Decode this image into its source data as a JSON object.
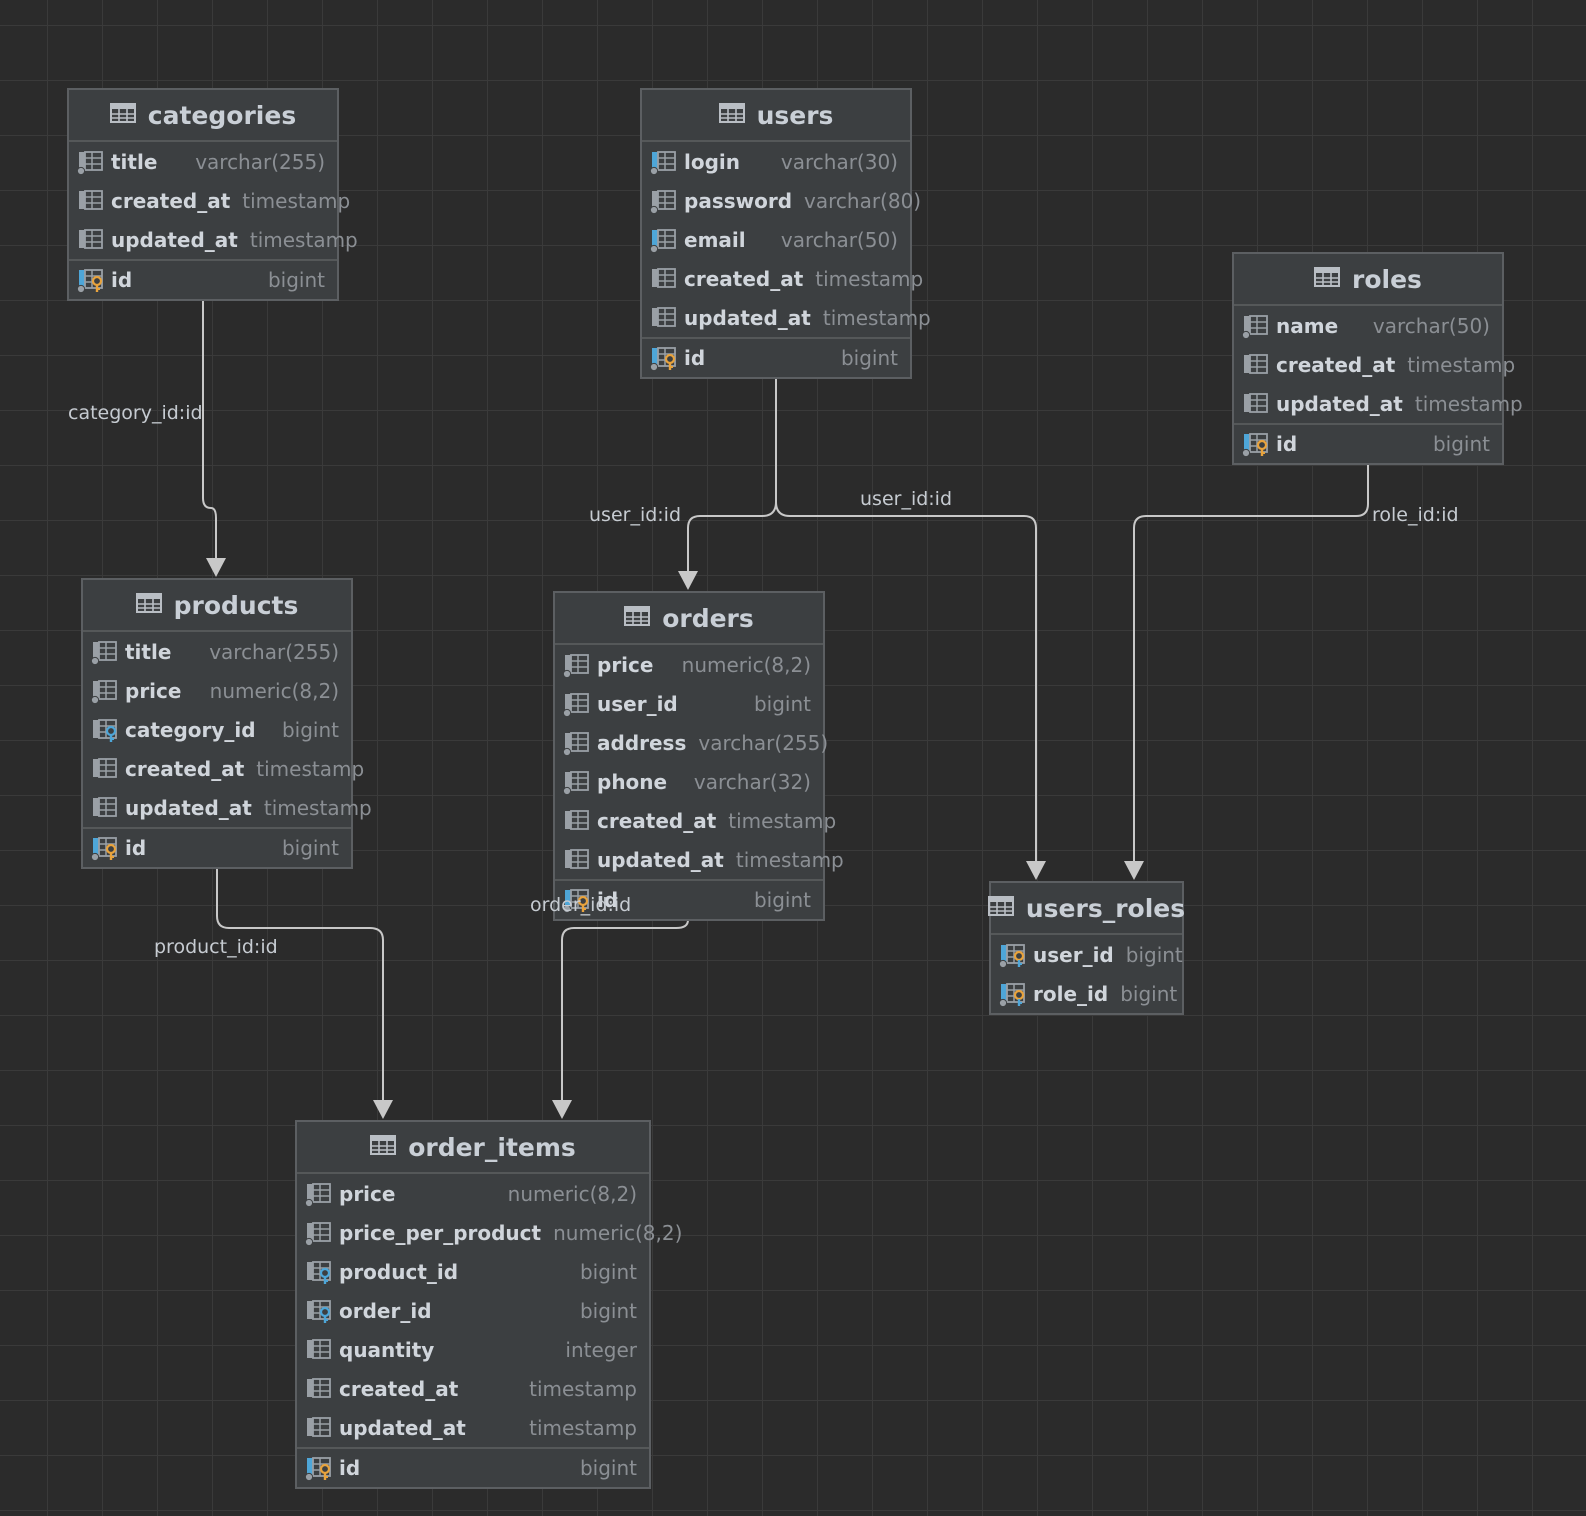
{
  "tables": [
    {
      "id": "categories",
      "name": "categories",
      "columns": [
        {
          "name": "title",
          "type": "varchar(255)",
          "icon": "column-notnull-icon"
        },
        {
          "name": "created_at",
          "type": "timestamp",
          "icon": "column-icon"
        },
        {
          "name": "updated_at",
          "type": "timestamp",
          "icon": "column-icon"
        }
      ],
      "pk": {
        "name": "id",
        "type": "bigint",
        "icon": "primary-key-icon"
      }
    },
    {
      "id": "users",
      "name": "users",
      "columns": [
        {
          "name": "login",
          "type": "varchar(30)",
          "icon": "column-unique-icon"
        },
        {
          "name": "password",
          "type": "varchar(80)",
          "icon": "column-notnull-icon"
        },
        {
          "name": "email",
          "type": "varchar(50)",
          "icon": "column-unique-icon"
        },
        {
          "name": "created_at",
          "type": "timestamp",
          "icon": "column-icon"
        },
        {
          "name": "updated_at",
          "type": "timestamp",
          "icon": "column-icon"
        }
      ],
      "pk": {
        "name": "id",
        "type": "bigint",
        "icon": "primary-key-icon"
      }
    },
    {
      "id": "roles",
      "name": "roles",
      "columns": [
        {
          "name": "name",
          "type": "varchar(50)",
          "icon": "column-notnull-icon"
        },
        {
          "name": "created_at",
          "type": "timestamp",
          "icon": "column-icon"
        },
        {
          "name": "updated_at",
          "type": "timestamp",
          "icon": "column-icon"
        }
      ],
      "pk": {
        "name": "id",
        "type": "bigint",
        "icon": "primary-key-icon"
      }
    },
    {
      "id": "products",
      "name": "products",
      "columns": [
        {
          "name": "title",
          "type": "varchar(255)",
          "icon": "column-notnull-icon"
        },
        {
          "name": "price",
          "type": "numeric(8,2)",
          "icon": "column-notnull-icon"
        },
        {
          "name": "category_id",
          "type": "bigint",
          "icon": "foreign-key-icon"
        },
        {
          "name": "created_at",
          "type": "timestamp",
          "icon": "column-icon"
        },
        {
          "name": "updated_at",
          "type": "timestamp",
          "icon": "column-icon"
        }
      ],
      "pk": {
        "name": "id",
        "type": "bigint",
        "icon": "primary-key-icon"
      }
    },
    {
      "id": "orders",
      "name": "orders",
      "columns": [
        {
          "name": "price",
          "type": "numeric(8,2)",
          "icon": "column-notnull-icon"
        },
        {
          "name": "user_id",
          "type": "bigint",
          "icon": "column-notnull-icon"
        },
        {
          "name": "address",
          "type": "varchar(255)",
          "icon": "column-notnull-icon"
        },
        {
          "name": "phone",
          "type": "varchar(32)",
          "icon": "column-notnull-icon"
        },
        {
          "name": "created_at",
          "type": "timestamp",
          "icon": "column-icon"
        },
        {
          "name": "updated_at",
          "type": "timestamp",
          "icon": "column-icon"
        }
      ],
      "pk": {
        "name": "id",
        "type": "bigint",
        "icon": "primary-key-icon"
      }
    },
    {
      "id": "users_roles",
      "name": "users_roles",
      "columns": [
        {
          "name": "user_id",
          "type": "bigint",
          "icon": "primary-foreign-key-icon"
        },
        {
          "name": "role_id",
          "type": "bigint",
          "icon": "primary-foreign-key-icon"
        }
      ],
      "pk": null
    },
    {
      "id": "order_items",
      "name": "order_items",
      "columns": [
        {
          "name": "price",
          "type": "numeric(8,2)",
          "icon": "column-notnull-icon"
        },
        {
          "name": "price_per_product",
          "type": "numeric(8,2)",
          "icon": "column-notnull-icon"
        },
        {
          "name": "product_id",
          "type": "bigint",
          "icon": "foreign-key-icon"
        },
        {
          "name": "order_id",
          "type": "bigint",
          "icon": "foreign-key-icon"
        },
        {
          "name": "quantity",
          "type": "integer",
          "icon": "column-icon"
        },
        {
          "name": "created_at",
          "type": "timestamp",
          "icon": "column-icon"
        },
        {
          "name": "updated_at",
          "type": "timestamp",
          "icon": "column-icon"
        }
      ],
      "pk": {
        "name": "id",
        "type": "bigint",
        "icon": "primary-key-icon"
      }
    }
  ],
  "relations": [
    {
      "id": "category",
      "label": "category_id:id",
      "from": "categories",
      "to": "products"
    },
    {
      "id": "user-orders",
      "label": "user_id:id",
      "from": "users",
      "to": "orders"
    },
    {
      "id": "user-users-roles",
      "label": "user_id:id",
      "from": "users",
      "to": "users_roles"
    },
    {
      "id": "role",
      "label": "role_id:id",
      "from": "roles",
      "to": "users_roles"
    },
    {
      "id": "product",
      "label": "product_id:id",
      "from": "products",
      "to": "order_items"
    },
    {
      "id": "order",
      "label": "order_id:id",
      "from": "orders",
      "to": "order_items"
    }
  ],
  "colors": {
    "background": "#2b2b2b",
    "grid": "#3a3a3a",
    "table": "#3c3f41",
    "border": "#5c5f62",
    "line": "#c8c8c8",
    "key": "#e8a33d",
    "unique": "#4ea6d8",
    "text": "#d0d5db",
    "type": "#8b8f94"
  }
}
